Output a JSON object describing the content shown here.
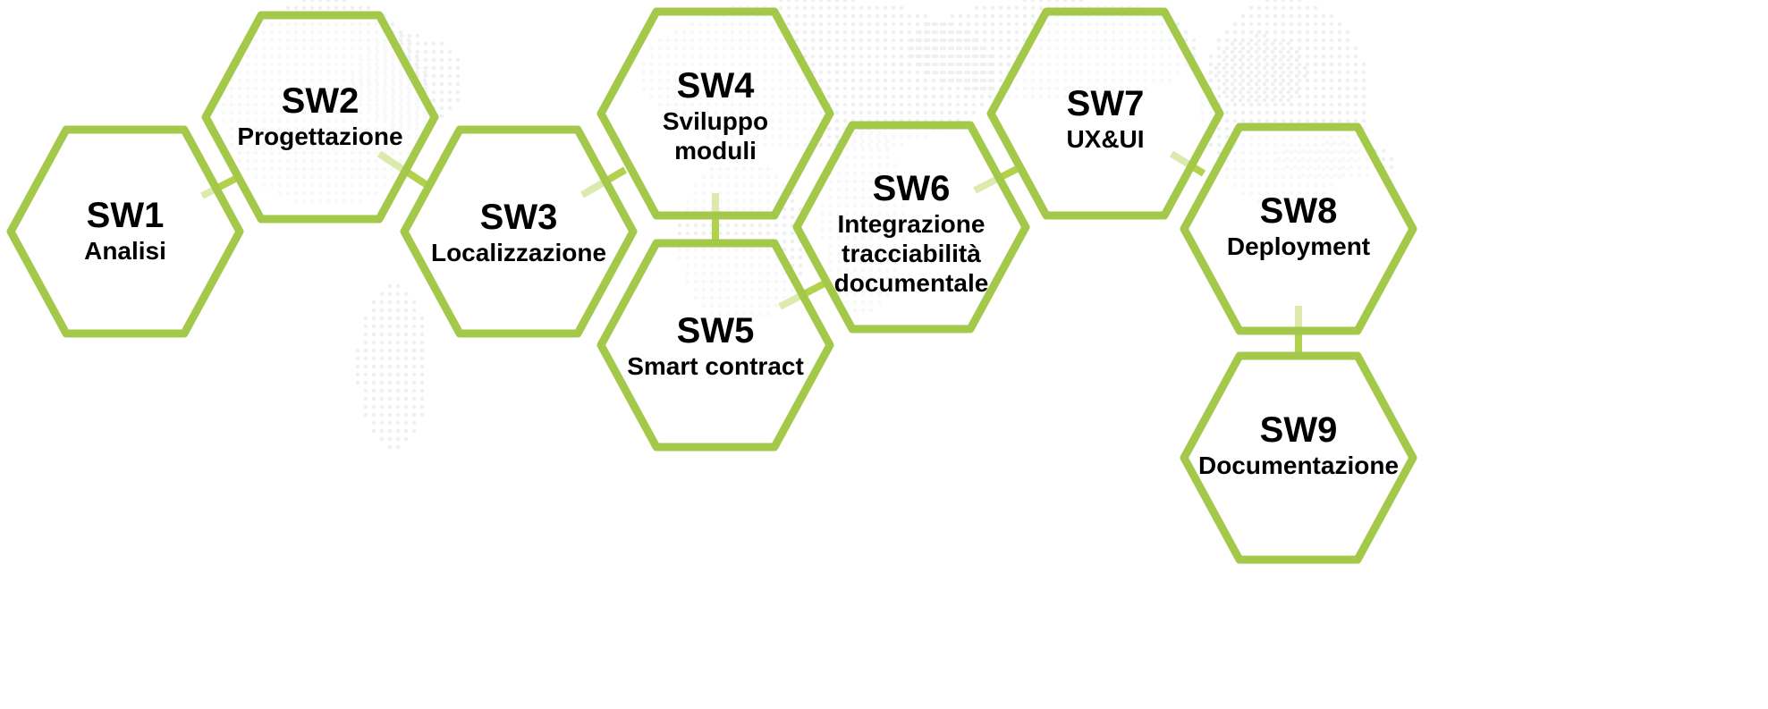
{
  "diagram": {
    "colors": {
      "hexagon_stroke": "#a4c84a",
      "connector": "#b2d14c",
      "background_map_dots": "#eef0f2",
      "text": "#000000"
    },
    "nodes": [
      {
        "id": "SW1",
        "code": "SW1",
        "lines": [
          "Analisi"
        ]
      },
      {
        "id": "SW2",
        "code": "SW2",
        "lines": [
          "Progettazione"
        ]
      },
      {
        "id": "SW3",
        "code": "SW3",
        "lines": [
          "Localizzazione"
        ]
      },
      {
        "id": "SW4",
        "code": "SW4",
        "lines": [
          "Sviluppo",
          "moduli"
        ]
      },
      {
        "id": "SW5",
        "code": "SW5",
        "lines": [
          "Smart contract"
        ]
      },
      {
        "id": "SW6",
        "code": "SW6",
        "lines": [
          "Integrazione",
          "tracciabilità",
          "documentale"
        ]
      },
      {
        "id": "SW7",
        "code": "SW7",
        "lines": [
          "UX&UI"
        ]
      },
      {
        "id": "SW8",
        "code": "SW8",
        "lines": [
          "Deployment"
        ]
      },
      {
        "id": "SW9",
        "code": "SW9",
        "lines": [
          "Documentazione"
        ]
      }
    ],
    "edges": [
      {
        "from": "SW1",
        "to": "SW2"
      },
      {
        "from": "SW2",
        "to": "SW3"
      },
      {
        "from": "SW3",
        "to": "SW4"
      },
      {
        "from": "SW4",
        "to": "SW5"
      },
      {
        "from": "SW5",
        "to": "SW6"
      },
      {
        "from": "SW6",
        "to": "SW7"
      },
      {
        "from": "SW7",
        "to": "SW8"
      },
      {
        "from": "SW8",
        "to": "SW9"
      }
    ]
  }
}
